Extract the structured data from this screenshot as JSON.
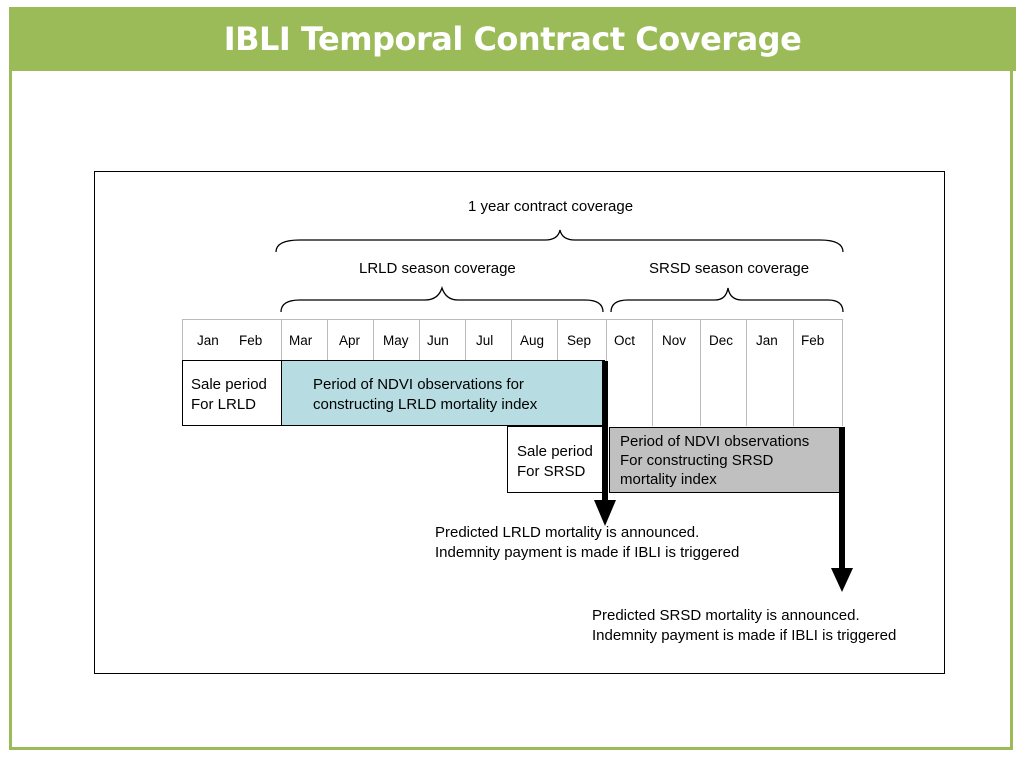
{
  "title": "IBLI Temporal Contract Coverage",
  "colors": {
    "accent": "#9bbb59",
    "lrld_fill": "#b7dde2",
    "srsd_fill": "#c0c0c0"
  },
  "braces": {
    "year": "1 year contract coverage",
    "lrld": "LRLD season coverage",
    "srsd": "SRSD season coverage"
  },
  "months": [
    "Jan",
    "Feb",
    "Mar",
    "Apr",
    "May",
    "Jun",
    "Jul",
    "Aug",
    "Sep",
    "Oct",
    "Nov",
    "Dec",
    "Jan",
    "Feb"
  ],
  "boxes": {
    "lrld_sale": [
      "Sale period",
      "For LRLD"
    ],
    "lrld_ndvi": [
      "Period of NDVI observations for",
      "constructing LRLD mortality index"
    ],
    "srsd_sale": [
      "Sale period",
      "For SRSD"
    ],
    "srsd_ndvi": [
      "Period of NDVI observations",
      "For constructing SRSD",
      "mortality index"
    ]
  },
  "announcements": {
    "lrld": [
      "Predicted LRLD mortality is announced.",
      "Indemnity payment is made if IBLI is triggered"
    ],
    "srsd": [
      "Predicted SRSD mortality is announced.",
      "Indemnity payment is made if IBLI is triggered"
    ]
  }
}
